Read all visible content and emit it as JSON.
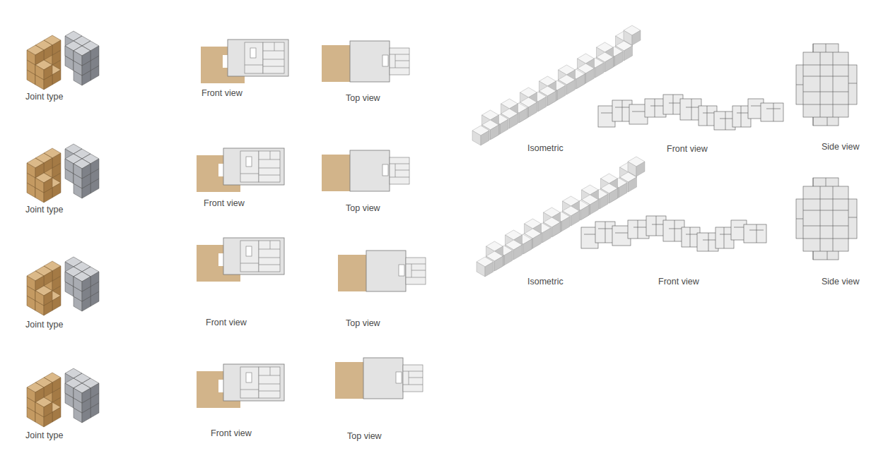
{
  "diagram": {
    "labels": [
      "Joint type",
      "Front view",
      "Top view",
      "Joint type",
      "Front view",
      "Top view",
      "Joint type",
      "Front view",
      "Top view",
      "Joint type",
      "Front view",
      "Top view",
      "Isometric",
      "Front view",
      "Side view",
      "Isometric",
      "Front view",
      "Side view"
    ]
  }
}
